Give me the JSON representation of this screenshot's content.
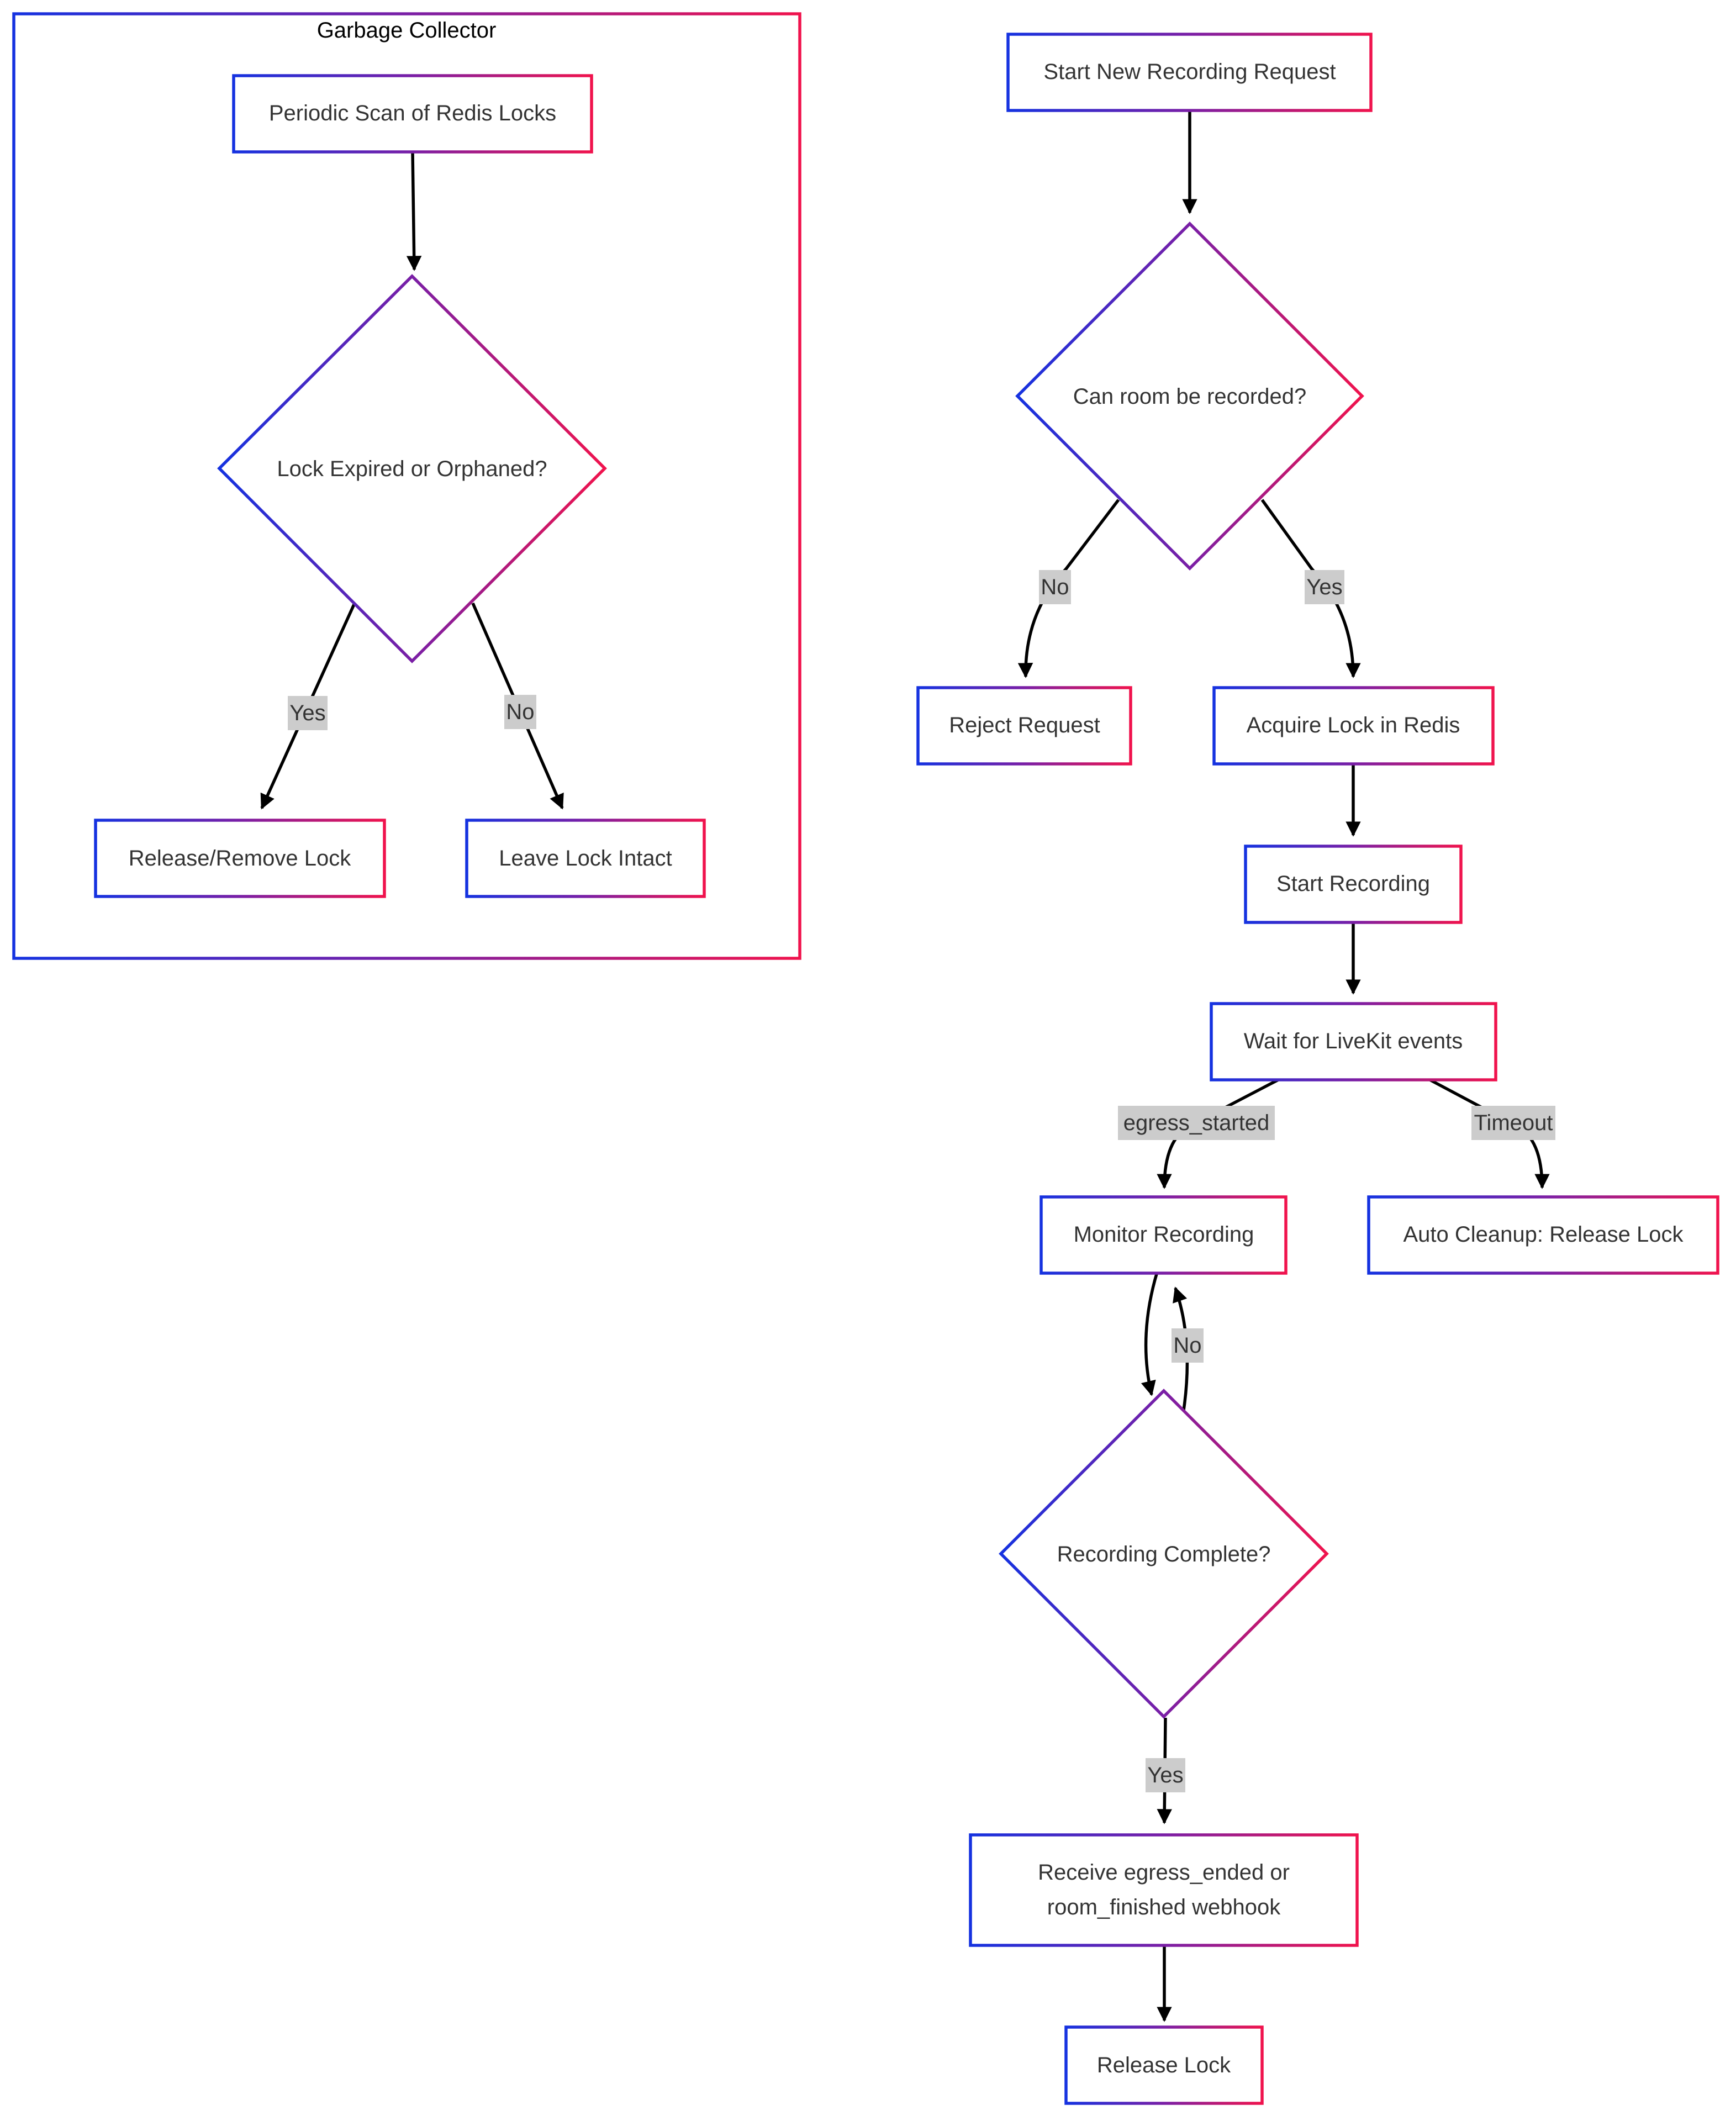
{
  "diagram": {
    "type": "flowchart",
    "colors": {
      "gradient_start": "#1532e0",
      "gradient_mid": "#7a1fa6",
      "gradient_end": "#f0134d",
      "edge": "#000000",
      "edge_label_bg": "#cccccc",
      "text": "#333333"
    },
    "cluster": {
      "title": "Garbage Collector"
    },
    "nodes": {
      "periodic_scan": "Periodic Scan of Redis Locks",
      "lock_expired": "Lock Expired or Orphaned?",
      "release_remove": "Release/Remove Lock",
      "leave_intact": "Leave Lock Intact",
      "start_request": "Start New Recording Request",
      "can_record": "Can room be recorded?",
      "reject": "Reject Request",
      "acquire": "Acquire Lock in Redis",
      "start_recording": "Start Recording",
      "wait_events": "Wait for LiveKit events",
      "monitor": "Monitor Recording",
      "auto_cleanup": "Auto Cleanup: Release Lock",
      "complete": "Recording Complete?",
      "receive_line1": "Receive egress_ended or",
      "receive_line2": "room_finished webhook",
      "release_lock": "Release Lock"
    },
    "edges": {
      "gc_yes": "Yes",
      "gc_no": "No",
      "can_no": "No",
      "can_yes": "Yes",
      "egress_started": "egress_started",
      "timeout": "Timeout",
      "complete_no": "No",
      "complete_yes": "Yes"
    }
  }
}
